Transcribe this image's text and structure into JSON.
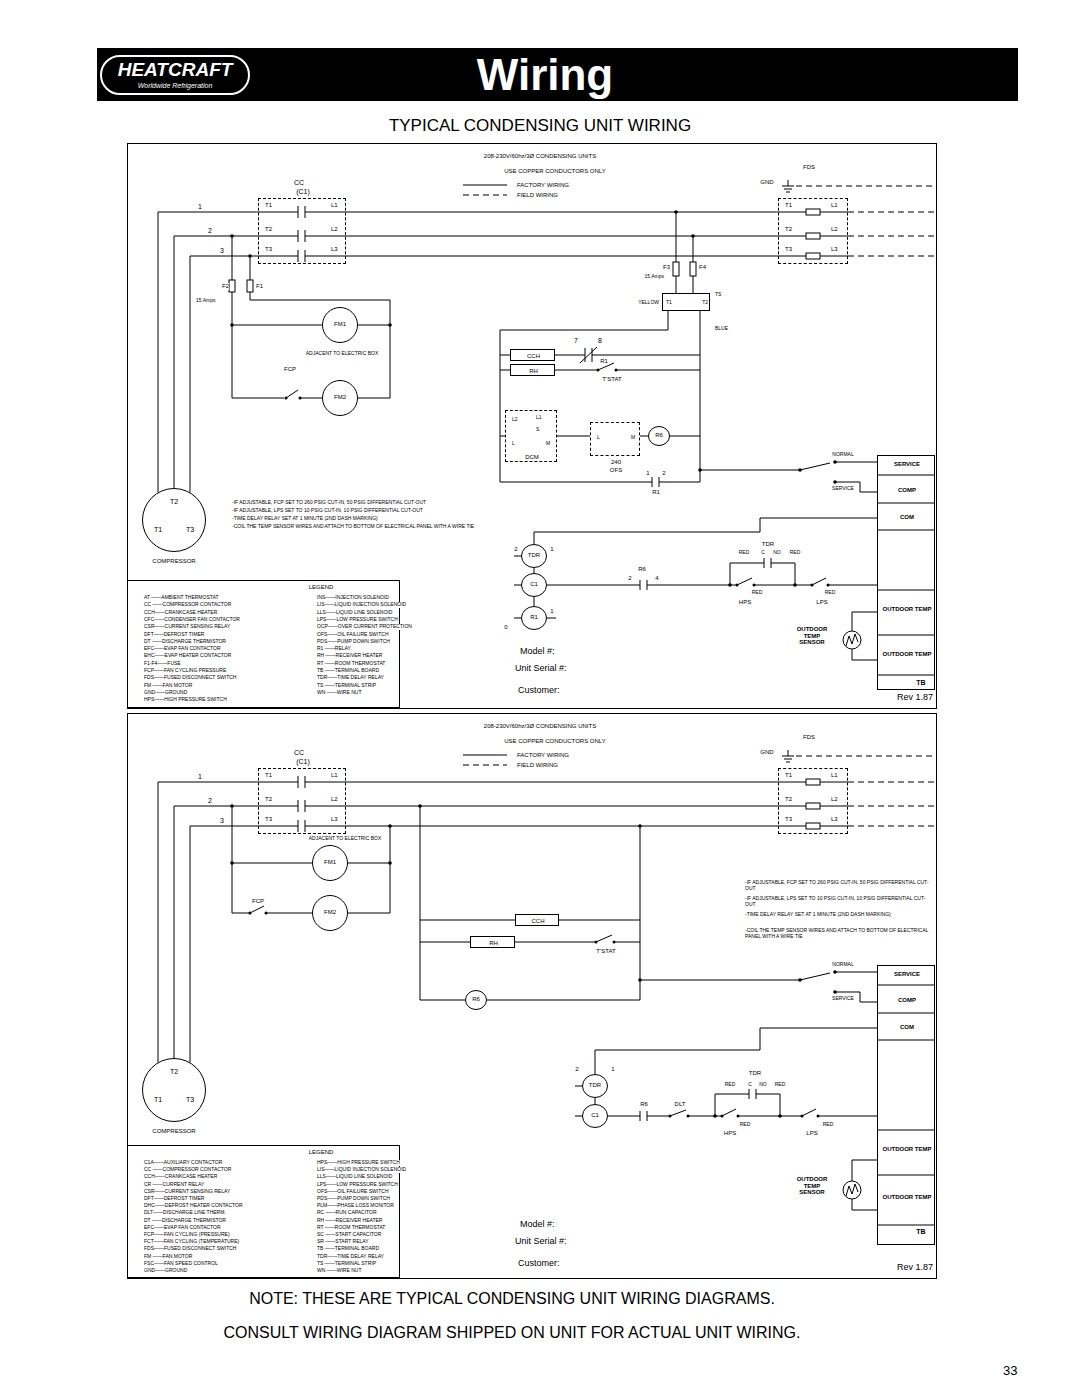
{
  "diagram": {
    "title": "Wiring",
    "nodes": [
      {
        "text": [
          "HEATCRAFT",
          "Worldwide Refrigeration"
        ]
      },
      {
        "text": [
          "CC",
          "(C1)",
          "T1",
          "L1",
          "T2",
          "L2",
          "T3",
          "L3"
        ]
      },
      {
        "text": [
          "FDS",
          "GND",
          "T1",
          "L1",
          "T2",
          "L2",
          "T3",
          "L3"
        ]
      },
      {
        "text": [
          "YELLOW",
          "T1",
          "T2",
          "TS",
          "BLUE"
        ]
      },
      {
        "text": [
          "FM1"
        ]
      },
      {
        "text": [
          "FM2"
        ]
      },
      {
        "text": [
          "CCH"
        ]
      },
      {
        "text": [
          "RH"
        ]
      },
      {
        "text": [
          "L2",
          "L1",
          "S",
          "L",
          "M",
          "DCM"
        ]
      },
      {
        "text": [
          "L",
          "M",
          "240",
          "OFS"
        ]
      },
      {
        "text": [
          "R6"
        ]
      },
      {
        "text": [
          "T2",
          "T1",
          "T3",
          "COMPRESSOR"
        ]
      },
      {
        "text": [
          "TDR"
        ]
      },
      {
        "text": [
          "C1"
        ]
      },
      {
        "text": [
          "R1"
        ]
      },
      {
        "text": [
          "SERVICE",
          "COMP",
          "COM",
          "OUTDOOR TEMP",
          "OUTDOOR TEMP",
          "TB"
        ]
      },
      {
        "text": [
          "LEGEND",
          "AT ——AMBIENT THERMOSTAT",
          "CC ——COMPRESSOR CONTACTOR",
          "CCH——CRANKCASE HEATER",
          "CFC——CONDENSER FAN CONTACTOR",
          "CSR——CURRENT SENSING RELAY",
          "DFT——DEFROST TIMER",
          "DT ——DISCHARGE THERMISTOR",
          "EFC——EVAP FAN CONTACTOR",
          "EHC——EVAP HEATER CONTACTOR",
          "F1-F4——FUSE",
          "FCP——FAN CYCLING PRESSURE",
          "FDS——FUSED DISCONNECT SWITCH",
          "FM ——FAN MOTOR",
          "GND——GROUND",
          "HPS——HIGH PRESSURE SWITCH",
          "INS——INJECTION SOLENOID",
          "LIS——LIQUID INJECTION SOLENOID",
          "LLS——LIQUID LINE SOLENOID",
          "LPS——LOW PRESSURE SWITCH",
          "OCP——OVER CURRENT PROTECTION",
          "OFS——OIL FAILURE SWITCH",
          "PDS——PUMP DOWN SWITCH",
          "R1 ——RELAY",
          "RH ——RECEIVER HEATER",
          "RT ——ROOM THERMOSTAT",
          "TB ——TERMINAL BOARD",
          "TDR——TIME DELAY RELAY",
          "TS ——TERMINAL STRIP",
          "WN ——WIRE NUT"
        ]
      },
      {
        "text": [
          "CC",
          "(C1)",
          "T1",
          "L1",
          "T2",
          "L2",
          "T3",
          "L3"
        ]
      },
      {
        "text": [
          "FDS",
          "GND",
          "T1",
          "L1",
          "T2",
          "L2",
          "T3",
          "L3"
        ]
      },
      {
        "text": [
          "FM1"
        ]
      },
      {
        "text": [
          "FM2"
        ]
      },
      {
        "text": [
          "CCH"
        ]
      },
      {
        "text": [
          "RH"
        ]
      },
      {
        "text": [
          "R6"
        ]
      },
      {
        "text": [
          "T2",
          "T1",
          "T3",
          "COMPRESSOR"
        ]
      },
      {
        "text": [
          "TDR"
        ]
      },
      {
        "text": [
          "C1"
        ]
      },
      {
        "text": [
          "SERVICE",
          "COMP",
          "COM",
          "OUTDOOR TEMP",
          "OUTDOOR TEMP",
          "TB"
        ]
      },
      {
        "text": [
          "LEGEND",
          "C1A——AUXILIARY CONTACTOR",
          "CC ——COMPRESSOR CONTACTOR",
          "CCH——CRANKCASE HEATER",
          "CR ——CURRENT RELAY",
          "CSR——CURRENT SENSING RELAY",
          "DFT——DEFROST TIMER",
          "DHC——DEFROST HEATER CONTACTOR",
          "DLT——DISCHARGE LINE THERM.",
          "DT ——DISCHARGE THERMISTOR",
          "EFC——EVAP FAN CONTACTOR",
          "FCP——FAN CYCLING (PRESSURE)",
          "FCT——FAN CYCLING (TEMPERATURE)",
          "FDS——FUSED DISCONNECT SWITCH",
          "FM ——FAN MOTOR",
          "FSC——FAN SPEED CONTROL",
          "GND——GROUND",
          "HPS——HIGH PRESSURE SWITCH",
          "LIS——LIQUID INJECTION SOLENOID",
          "LLS——LIQUID LINE SOLENOID",
          "LPS——LOW PRESSURE SWITCH",
          "OFS——OIL FAILURE SWITCH",
          "PDS——PUMP DOWN SWITCH",
          "PLM——PHASE LOSS MONITOR",
          "RC ——RUN CAPACITOR",
          "RH ——RECEIVER HEATER",
          "RT ——ROOM THERMOSTAT",
          "SC ——START CAPACITOR",
          "SR ——START RELAY",
          "TB ——TERMINAL BOARD",
          "TDR——TIME DELAY RELAY",
          "TS ——TERMINAL STRIP",
          "WN ——WIRE NUT"
        ]
      }
    ],
    "edges": [
      {
        "from": 1,
        "to": 11,
        "arrow": "none"
      },
      {
        "from": 1,
        "to": 11,
        "arrow": "none"
      },
      {
        "from": 1,
        "to": 11,
        "arrow": "none"
      },
      {
        "from": 1,
        "to": 2,
        "arrow": "none"
      },
      {
        "from": 1,
        "to": 2,
        "arrow": "none"
      },
      {
        "from": 1,
        "to": 2,
        "arrow": "none"
      },
      {
        "from": 8,
        "to": 9,
        "arrow": "none"
      },
      {
        "from": 9,
        "to": 10,
        "arrow": "none"
      },
      {
        "from": 12,
        "to": 13,
        "arrow": "none"
      },
      {
        "from": 13,
        "to": 14,
        "arrow": "none"
      },
      {
        "from": 15,
        "to": 12,
        "arrow": "none"
      },
      {
        "from": 17,
        "to": 24,
        "arrow": "none"
      },
      {
        "from": 17,
        "to": 24,
        "arrow": "none"
      },
      {
        "from": 17,
        "to": 24,
        "arrow": "none"
      },
      {
        "from": 17,
        "to": 18,
        "arrow": "none"
      },
      {
        "from": 17,
        "to": 18,
        "arrow": "none"
      },
      {
        "from": 17,
        "to": 18,
        "arrow": "none"
      },
      {
        "from": 25,
        "to": 26,
        "arrow": "none"
      },
      {
        "from": 27,
        "to": 25,
        "arrow": "none"
      }
    ],
    "labels": [
      "TYPICAL CONDENSING UNIT WIRING",
      "208-230V/60hz/3Ø CONDENSING UNITS",
      "USE COPPER CONDUCTORS ONLY",
      "1",
      "2",
      "3",
      "F2",
      "F1",
      "15 Amps",
      "ADJACENT TO ELECTRIC BOX",
      "FCP",
      "F3",
      "F4",
      "15 Amps",
      "7",
      "8",
      "R1",
      "T'STAT",
      "1",
      "2",
      "R1",
      "NORMAL",
      "SERVICE",
      "-IF ADJUSTABLE, FCP SET TO 260 PSIG CUT-IN, 50 PSIG DIFFERENTIAL CUT-OUT",
      "-IF ADJUSTABLE, LPS SET TO 10 PSIG CUT-IN, 10 PSIG DIFFERENTIAL CUT-OUT",
      "-TIME DELAY RELAY SET AT 1 MINUTE (2ND DASH MARKING)",
      "-COIL THE TEMP SENSOR WIRES AND ATTACH TO BOTTOM OF ELECTRICAL PANEL WITH A WIRE TIE",
      "2",
      "1",
      "R6",
      "2",
      "4",
      "HPS",
      "TDR",
      "RED",
      "C",
      "NO",
      "RED",
      "RED",
      "RED",
      "LPS",
      "0",
      "1",
      "OUTDOOR TEMP SENSOR",
      "Model #:",
      "Unit Serial #:",
      "Customer:",
      "Rev 1.87",
      "208-230V/60hz/3Ø CONDENSING UNITS",
      "USE COPPER CONDUCTORS ONLY",
      "1",
      "2",
      "3",
      "ADJACENT TO ELECTRIC BOX",
      "FCP",
      "T'STAT",
      "-IF ADJUSTABLE, FCP SET TO 260 PSIG CUT-IN, 50 PSIG DIFFERENTIAL CUT-OUT",
      "-IF ADJUSTABLE, LPS SET TO 10 PSIG CUT-IN, 10 PSIG DIFFERENTIAL CUT-OUT",
      "-TIME DELAY RELAY SET AT 1 MINUTE (2ND DASH MARKING)",
      "-COIL THE TEMP SENSOR WIRES AND ATTACH TO BOTTOM OF ELECTRICAL PANEL WITH A WIRE TIE",
      "NORMAL",
      "SERVICE",
      "2",
      "1",
      "R6",
      "DLT",
      "HPS",
      "TDR",
      "RED",
      "C",
      "NO",
      "RED",
      "RED",
      "RED",
      "LPS",
      "OUTDOOR TEMP SENSOR",
      "Model #:",
      "Unit Serial #:",
      "Customer:",
      "Rev 1.87",
      "NOTE: THESE ARE TYPICAL CONDENSING UNIT WIRING DIAGRAMS.",
      "CONSULT WIRING DIAGRAM SHIPPED ON UNIT FOR ACTUAL UNIT WIRING.",
      "33"
    ],
    "legend": [
      {
        "text": "FACTORY WIRING"
      },
      {
        "text": "FIELD WIRING"
      },
      {
        "text": "FACTORY WIRING"
      },
      {
        "text": "FIELD WIRING"
      }
    ]
  }
}
